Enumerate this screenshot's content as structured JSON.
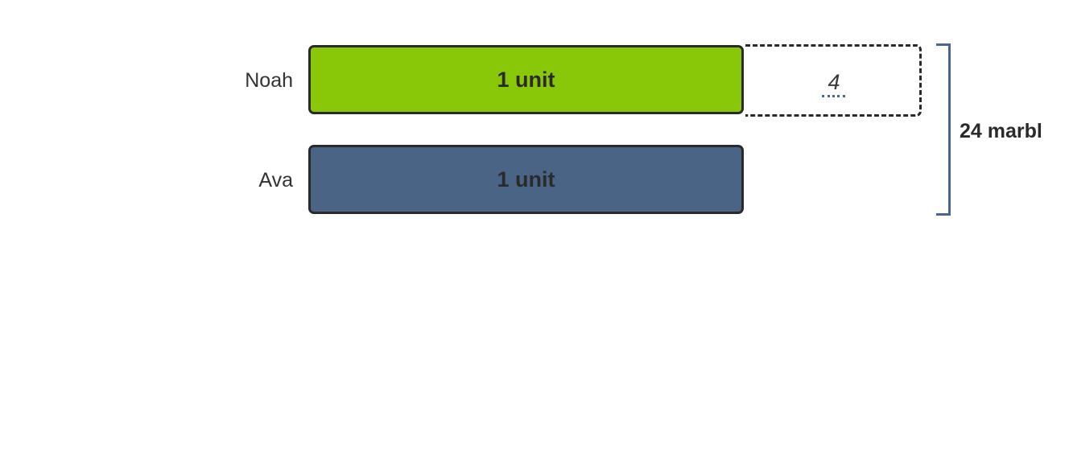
{
  "rows": [
    {
      "label": "Noah",
      "bar_text": "1 unit",
      "color": "#88c808"
    },
    {
      "label": "Ava",
      "bar_text": "1 unit",
      "color": "#4a6486"
    }
  ],
  "extra": {
    "value": "4"
  },
  "total": {
    "label": "24 marbl",
    "bracket_color": "#4a6591"
  }
}
